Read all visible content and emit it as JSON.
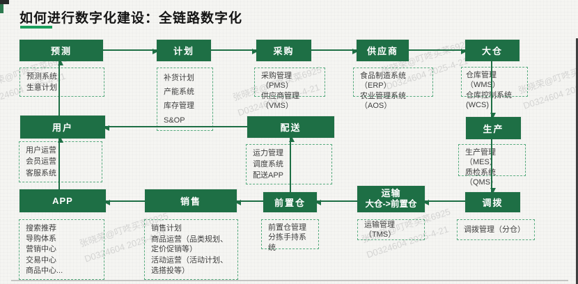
{
  "title": "如何进行数字化建设：全链路数字化",
  "watermark": {
    "line1": "张晓荣@叮咚买菜6925",
    "line2": "D0324604 2025-4-21"
  },
  "colors": {
    "box_green": "#1e6f45",
    "underline_green": "#1a9e5b",
    "dashed_border_green": "#56ab7e"
  },
  "nodes": {
    "forecast": {
      "label": "预测"
    },
    "plan": {
      "label": "计划"
    },
    "procurement": {
      "label": "采购"
    },
    "supplier": {
      "label": "供应商"
    },
    "big_warehouse": {
      "label": "大仓"
    },
    "user": {
      "label": "用户"
    },
    "delivery": {
      "label": "配送"
    },
    "production": {
      "label": "生产"
    },
    "app": {
      "label": "APP"
    },
    "sales": {
      "label": "销售"
    },
    "front_warehouse": {
      "label": "前置仓"
    },
    "transport": {
      "line1": "运输",
      "line2": "大仓->前置仓"
    },
    "allocation": {
      "label": "调拨"
    }
  },
  "systems": {
    "forecast": [
      "预测系统",
      "生意计划"
    ],
    "plan": [
      "补货计划",
      "产能系统",
      "库存管理",
      "S&OP"
    ],
    "procurement": [
      "采购管理（PMS）",
      "供应商管理（VMS）"
    ],
    "supplier": [
      "食品制造系统（ERP）",
      "农业管理系统（AOS）"
    ],
    "big_warehouse": [
      "仓库管理（WMS）",
      "仓库控制系统(WCS)"
    ],
    "user": [
      "用户运营",
      "会员运营",
      "客服系统"
    ],
    "delivery": [
      "运力管理",
      "调度系统",
      "配送APP"
    ],
    "production": [
      "生产管理（MES）",
      "质检系统（QMS）"
    ],
    "app": [
      "搜索推荐",
      "导购体系",
      "营销中心",
      "交易中心",
      "商品中心..."
    ],
    "sales": [
      "销售计划",
      "商品运营（品类规划、定价促销等）",
      "活动运营（活动计划、选搭投等）"
    ],
    "front_warehouse": [
      "前置仓管理",
      "分拣手持系统"
    ],
    "transport": [
      "运输管理（TMS）"
    ],
    "allocation": [
      "调拨管理（分仓）"
    ]
  }
}
